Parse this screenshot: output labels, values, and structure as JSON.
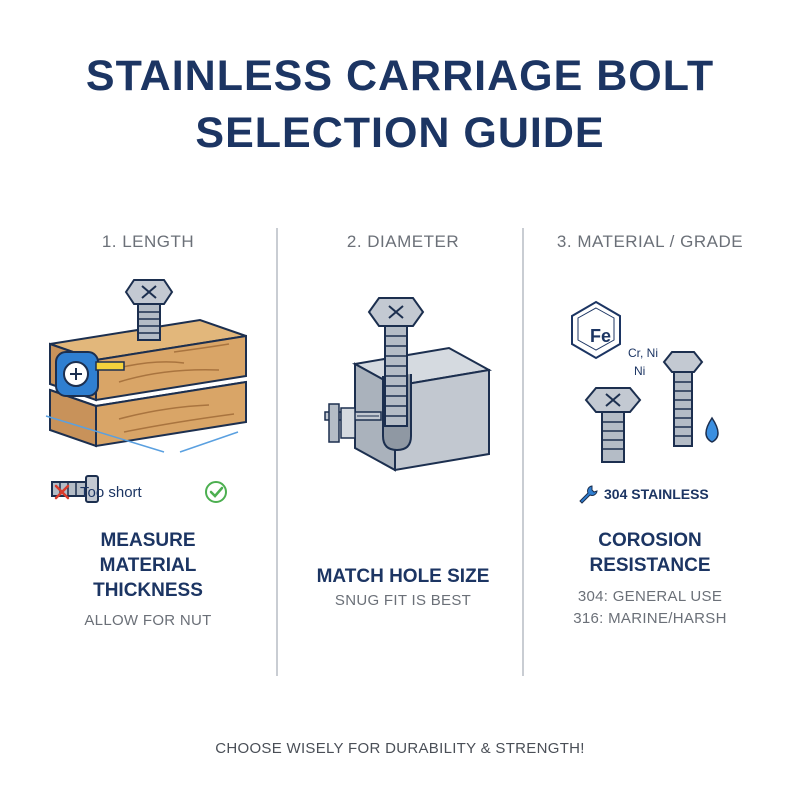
{
  "title": {
    "line1": "STAINLESS CARRIAGE BOLT",
    "line2": "SELECTION GUIDE"
  },
  "columns": [
    {
      "heading": "1. LENGTH",
      "icon_wrong_label": "Too short",
      "main_lines": [
        "MEASURE",
        "MATERIAL",
        "THICKNESS"
      ],
      "sub_lines": [
        "ALLOW FOR NUT"
      ],
      "icons": [
        "bolt-icon",
        "wood-stack-icon",
        "tape-measure-icon",
        "cross-icon",
        "check-icon"
      ]
    },
    {
      "heading": "2. DIAMETER",
      "main_lines": [
        "MATCH HOLE SIZE"
      ],
      "sub_lines": [
        "SNUG FIT IS BEST"
      ],
      "icons": [
        "bolt-icon",
        "steel-block-icon",
        "caliper-icon"
      ]
    },
    {
      "heading": "3. MATERIAL / GRADE",
      "chem_fe": "Fe",
      "chem_crni": "Cr, Ni",
      "chem_ni": "Ni",
      "grade_label": "304 STAINLESS",
      "main_lines": [
        "COROSION",
        "RESISTANCE"
      ],
      "sub_lines": [
        "304: GENERAL USE",
        "316: MARINE/HARSH"
      ],
      "icons": [
        "hexagon-molecule-icon",
        "bolt-icon",
        "water-drop-icon",
        "wrench-icon"
      ]
    }
  ],
  "footer": "CHOOSE WISELY FOR DURABILITY & STRENGTH!",
  "colors": {
    "navy": "#1c3563",
    "gray_text": "#6b7078",
    "wood": "#d6a667",
    "steel": "#b9c0c9",
    "accent_blue": "#2f7fd1",
    "red": "#d93a2b",
    "green": "#4caf50"
  }
}
